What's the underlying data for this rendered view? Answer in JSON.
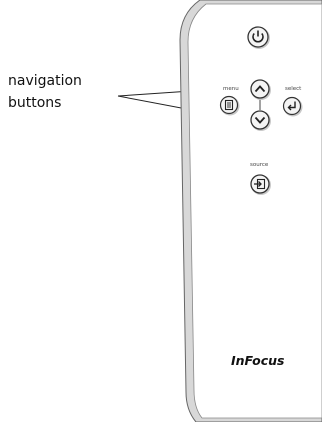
{
  "callout": {
    "line1": "navigation",
    "line2": "buttons"
  },
  "remote": {
    "brand": "InFocus",
    "labels": {
      "menu": "menu",
      "select": "select",
      "source": "source"
    },
    "buttons": [
      {
        "name": "power-button",
        "icon": "power-icon"
      },
      {
        "name": "nav-up-button",
        "icon": "chevron-up-icon"
      },
      {
        "name": "nav-down-button",
        "icon": "chevron-down-icon"
      },
      {
        "name": "menu-button",
        "icon": "menu-icon"
      },
      {
        "name": "select-button",
        "icon": "enter-icon"
      },
      {
        "name": "source-button",
        "icon": "source-icon"
      }
    ]
  },
  "colors": {
    "remote_body": "#ffffff",
    "remote_outline": "#555555",
    "button_ring": "#333333",
    "button_fill": "#f4f4f4",
    "shadow": "#c8c8c8"
  }
}
